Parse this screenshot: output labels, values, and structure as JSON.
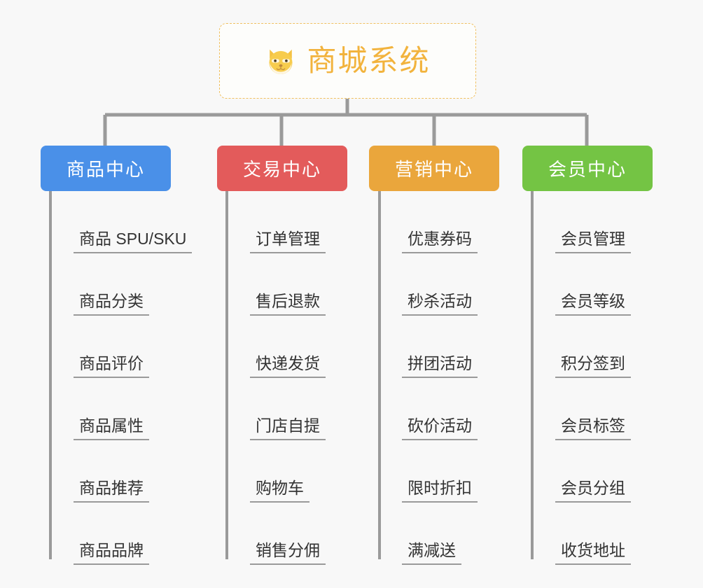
{
  "diagram": {
    "title": "商城系统",
    "root_icon": "shiba-dog-face-icon",
    "background_color": "#f8f8f8",
    "connector_color": "#9a9a9a",
    "root_border_color": "#f0c060",
    "root_text_color": "#f2b33d"
  },
  "columns": [
    {
      "id": "product-center",
      "label": "商品中心",
      "color": "#4a90e8",
      "items": [
        {
          "label": "商品 SPU/SKU"
        },
        {
          "label": "商品分类"
        },
        {
          "label": "商品评价"
        },
        {
          "label": "商品属性"
        },
        {
          "label": "商品推荐"
        },
        {
          "label": "商品品牌"
        }
      ]
    },
    {
      "id": "trade-center",
      "label": "交易中心",
      "color": "#e35b5b",
      "items": [
        {
          "label": "订单管理"
        },
        {
          "label": "售后退款"
        },
        {
          "label": "快递发货"
        },
        {
          "label": "门店自提"
        },
        {
          "label": "购物车"
        },
        {
          "label": "销售分佣"
        }
      ]
    },
    {
      "id": "marketing-center",
      "label": "营销中心",
      "color": "#eaa63c",
      "items": [
        {
          "label": "优惠券码"
        },
        {
          "label": "秒杀活动"
        },
        {
          "label": "拼团活动"
        },
        {
          "label": "砍价活动"
        },
        {
          "label": "限时折扣"
        },
        {
          "label": "满减送"
        }
      ]
    },
    {
      "id": "member-center",
      "label": "会员中心",
      "color": "#74c444",
      "items": [
        {
          "label": "会员管理"
        },
        {
          "label": "会员等级"
        },
        {
          "label": "积分签到"
        },
        {
          "label": "会员标签"
        },
        {
          "label": "会员分组"
        },
        {
          "label": "收货地址"
        }
      ]
    }
  ]
}
